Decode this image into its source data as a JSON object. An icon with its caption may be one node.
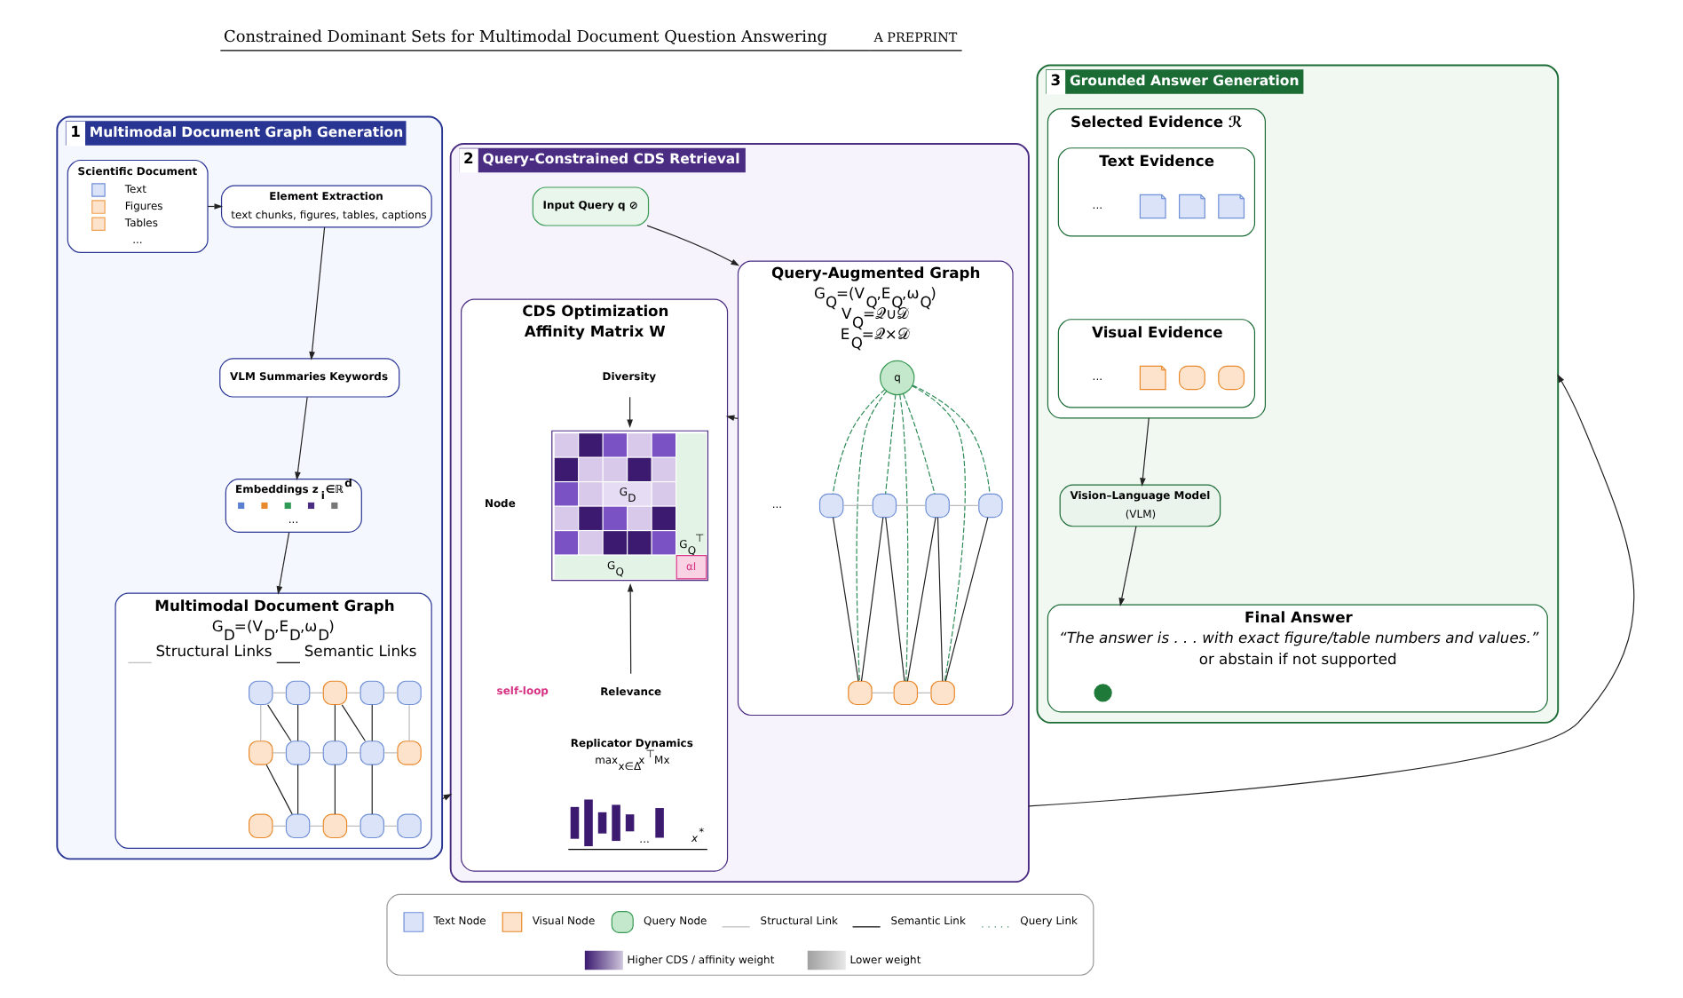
{
  "diagram": {
    "nodes": [
      {
        "text": [
          "1",
          "Multimodal Document Graph Generation"
        ]
      },
      {
        "text": [
          "Scientific Document",
          "Text",
          "Figures",
          "Tables",
          "..."
        ],
        "in": 0
      },
      {
        "text": [
          "Element Extraction",
          "text chunks, figures, tables, captions"
        ],
        "in": 0
      },
      {
        "text": [
          "VLM Summaries Keywords"
        ],
        "in": 0
      },
      {
        "text": [
          "Embeddings z$_{i}$∈ℝ$^{d}$",
          "..."
        ],
        "in": 0
      },
      {
        "text": [
          "Multimodal Document Graph",
          "G$_{D}$=(V$_{D}$,E$_{D}$,ω$_{D}$)",
          "Structural Links",
          "Semantic Links"
        ],
        "in": 0
      },
      {
        "text": [],
        "shape": "box",
        "in": 5
      },
      {
        "text": [],
        "shape": "box",
        "in": 5
      },
      {
        "text": [],
        "shape": "box",
        "in": 5
      },
      {
        "text": [],
        "shape": "box",
        "in": 5
      },
      {
        "text": [],
        "shape": "box",
        "in": 5
      },
      {
        "text": [],
        "shape": "box",
        "in": 5
      },
      {
        "text": [],
        "shape": "box",
        "in": 5
      },
      {
        "text": [],
        "shape": "box",
        "in": 5
      },
      {
        "text": [],
        "shape": "box",
        "in": 5
      },
      {
        "text": [],
        "shape": "box",
        "in": 5
      },
      {
        "text": [],
        "shape": "box",
        "in": 5
      },
      {
        "text": [],
        "shape": "box",
        "in": 5
      },
      {
        "text": [],
        "shape": "box",
        "in": 5
      },
      {
        "text": [],
        "shape": "box",
        "in": 5
      },
      {
        "text": [],
        "shape": "box",
        "in": 5
      },
      {
        "text": [
          "2",
          "Query-Constrained CDS Retrieval"
        ]
      },
      {
        "text": [
          "Input Query q ⊘"
        ],
        "in": 21
      },
      {
        "text": [
          "Query-Augmented Graph",
          "G$_{Q}$=(V$_{Q}$,E$_{Q}$,ω$_{Q}$)",
          "V$_{Q}$=𝒬∪𝒟",
          "E$_{Q}$=𝒬×𝒟"
        ],
        "in": 21
      },
      {
        "text": [
          "q"
        ],
        "in": 23
      },
      {
        "text": [],
        "shape": "box",
        "in": 23
      },
      {
        "text": [],
        "shape": "box",
        "in": 23
      },
      {
        "text": [],
        "shape": "box",
        "in": 23
      },
      {
        "text": [],
        "shape": "box",
        "in": 23
      },
      {
        "text": [],
        "shape": "box",
        "in": 23
      },
      {
        "text": [],
        "shape": "box",
        "in": 23
      },
      {
        "text": [],
        "shape": "box",
        "in": 23
      },
      {
        "text": [
          "CDS Optimization",
          "Affinity Matrix W"
        ],
        "in": 21
      },
      {
        "text": [
          "Diversity"
        ],
        "in": 32
      },
      {
        "text": [
          "G$_{D}$",
          "G$_{Q}$$^{⊤}$",
          "G$_{Q}$",
          "αI"
        ],
        "in": 32
      },
      {
        "text": [
          "Relevance"
        ],
        "in": 32
      },
      {
        "text": [
          "Replicator Dynamics",
          "max$_{x∈Δ}$x$^{⊤}$Mx"
        ],
        "in": 32
      },
      {
        "text": [
          "...",
          "x$^{*}$"
        ],
        "in": 32
      },
      {
        "text": [
          "3",
          "Grounded Answer Generation"
        ]
      },
      {
        "text": [
          "Selected Evidence ℛ"
        ],
        "in": 38
      },
      {
        "text": [
          "Text Evidence"
        ],
        "in": 39
      },
      {
        "text": [],
        "shape": "document",
        "in": 40
      },
      {
        "text": [],
        "shape": "document",
        "in": 40
      },
      {
        "text": [],
        "shape": "document",
        "in": 40
      },
      {
        "text": [
          "Visual Evidence"
        ],
        "in": 39
      },
      {
        "text": [],
        "shape": "chart",
        "in": 44
      },
      {
        "text": [],
        "shape": "chart",
        "in": 44
      },
      {
        "text": [],
        "shape": "document",
        "in": 44
      },
      {
        "text": [
          "Vision–Language Model",
          "(VLM)"
        ],
        "in": 38
      },
      {
        "text": [
          "Final Answer",
          "“The answer is . . . with exact figure/table numbers and values.”",
          "or abstain if not supported"
        ],
        "in": 38
      },
      {
        "text": [],
        "shape": "circle",
        "in": 49
      }
    ],
    "edges": [
      {
        "from": 1,
        "to": 2,
        "arrow": "to"
      },
      {
        "from": 2,
        "to": 3,
        "arrow": "to"
      },
      {
        "from": 3,
        "to": 4,
        "arrow": "to"
      },
      {
        "from": 4,
        "to": 5,
        "arrow": "to"
      },
      {
        "from": 6,
        "to": 7,
        "arrow": "none",
        "color": "#bbbbbb"
      },
      {
        "from": 7,
        "to": 8,
        "arrow": "none",
        "color": "#bbbbbb"
      },
      {
        "from": 8,
        "to": 9,
        "arrow": "none",
        "color": "#bbbbbb"
      },
      {
        "from": 9,
        "to": 10,
        "arrow": "none",
        "color": "#bbbbbb"
      },
      {
        "from": 6,
        "to": 11,
        "arrow": "none",
        "color": "#bbbbbb"
      },
      {
        "from": 11,
        "to": 12,
        "arrow": "none",
        "color": "#bbbbbb"
      },
      {
        "from": 12,
        "to": 13,
        "arrow": "none",
        "color": "#bbbbbb"
      },
      {
        "from": 13,
        "to": 14,
        "arrow": "none",
        "color": "#bbbbbb"
      },
      {
        "from": 14,
        "to": 15,
        "arrow": "none",
        "color": "#bbbbbb"
      },
      {
        "from": 10,
        "to": 15,
        "arrow": "none",
        "color": "#bbbbbb"
      },
      {
        "from": 16,
        "to": 17,
        "arrow": "none",
        "color": "#bbbbbb"
      },
      {
        "from": 17,
        "to": 18,
        "arrow": "none",
        "color": "#bbbbbb"
      },
      {
        "from": 18,
        "to": 19,
        "arrow": "none",
        "color": "#bbbbbb"
      },
      {
        "from": 19,
        "to": 20,
        "arrow": "none",
        "color": "#bbbbbb"
      },
      {
        "from": 6,
        "to": 12,
        "arrow": "none"
      },
      {
        "from": 7,
        "to": 12,
        "arrow": "none"
      },
      {
        "from": 12,
        "to": 17,
        "arrow": "none"
      },
      {
        "from": 11,
        "to": 17,
        "arrow": "none"
      },
      {
        "from": 8,
        "to": 13,
        "arrow": "none"
      },
      {
        "from": 8,
        "to": 14,
        "arrow": "none"
      },
      {
        "from": 9,
        "to": 14,
        "arrow": "none"
      },
      {
        "from": 13,
        "to": 18,
        "arrow": "none"
      },
      {
        "from": 14,
        "to": 19,
        "arrow": "none"
      },
      {
        "from": 0,
        "to": 21,
        "arrow": "to"
      },
      {
        "from": 22,
        "to": 23,
        "arrow": "to"
      },
      {
        "from": 25,
        "to": 26,
        "arrow": "none",
        "color": "#bbbbbb"
      },
      {
        "from": 26,
        "to": 27,
        "arrow": "none",
        "color": "#bbbbbb"
      },
      {
        "from": 27,
        "to": 28,
        "arrow": "none",
        "color": "#bbbbbb"
      },
      {
        "from": 29,
        "to": 30,
        "arrow": "none",
        "color": "#bbbbbb"
      },
      {
        "from": 30,
        "to": 31,
        "arrow": "none",
        "color": "#bbbbbb"
      },
      {
        "from": 25,
        "to": 29,
        "arrow": "none"
      },
      {
        "from": 26,
        "to": 29,
        "arrow": "none"
      },
      {
        "from": 26,
        "to": 30,
        "arrow": "none"
      },
      {
        "from": 27,
        "to": 30,
        "arrow": "none"
      },
      {
        "from": 27,
        "to": 31,
        "arrow": "none"
      },
      {
        "from": 28,
        "to": 31,
        "arrow": "none"
      },
      {
        "from": 24,
        "to": 25,
        "arrow": "none",
        "style": "dashed",
        "color": "#2e8b57"
      },
      {
        "from": 24,
        "to": 26,
        "arrow": "none",
        "style": "dashed",
        "color": "#2e8b57"
      },
      {
        "from": 24,
        "to": 27,
        "arrow": "none",
        "style": "dashed",
        "color": "#2e8b57"
      },
      {
        "from": 24,
        "to": 28,
        "arrow": "none",
        "style": "dashed",
        "color": "#2e8b57"
      },
      {
        "from": 24,
        "to": 29,
        "arrow": "none",
        "style": "dashed",
        "color": "#2e8b57"
      },
      {
        "from": 24,
        "to": 30,
        "arrow": "none",
        "style": "dashed",
        "color": "#2e8b57"
      },
      {
        "from": 24,
        "to": 31,
        "arrow": "none",
        "style": "dashed",
        "color": "#2e8b57"
      },
      {
        "from": 23,
        "to": 32,
        "arrow": "to"
      },
      {
        "from": 33,
        "to": 34,
        "arrow": "to"
      },
      {
        "from": 35,
        "to": 34,
        "arrow": "to"
      },
      {
        "from": 21,
        "to": 38,
        "arrow": "to"
      },
      {
        "from": 39,
        "to": 48,
        "arrow": "to"
      },
      {
        "from": 48,
        "to": 49,
        "arrow": "to"
      }
    ],
    "labels": [
      "Constrained Dominant Sets for Multimodal Document Question Answering",
      "A PREPRINT",
      "...",
      "Node",
      "self-loop",
      "...",
      "..."
    ],
    "legend": [
      {
        "text": "Text Node",
        "color": "#dae3f7"
      },
      {
        "text": "Visual Node",
        "color": "#fde3cc"
      },
      {
        "text": "Query Node",
        "color": "#c3e8cc"
      },
      {
        "text": "Structural Link"
      },
      {
        "text": "Semantic Link"
      },
      {
        "text": "Query Link"
      },
      {
        "text": "Higher CDS / affinity weight",
        "color": "#3b1a70"
      },
      {
        "text": "Lower weight",
        "color": "#a0a0a0"
      }
    ]
  }
}
